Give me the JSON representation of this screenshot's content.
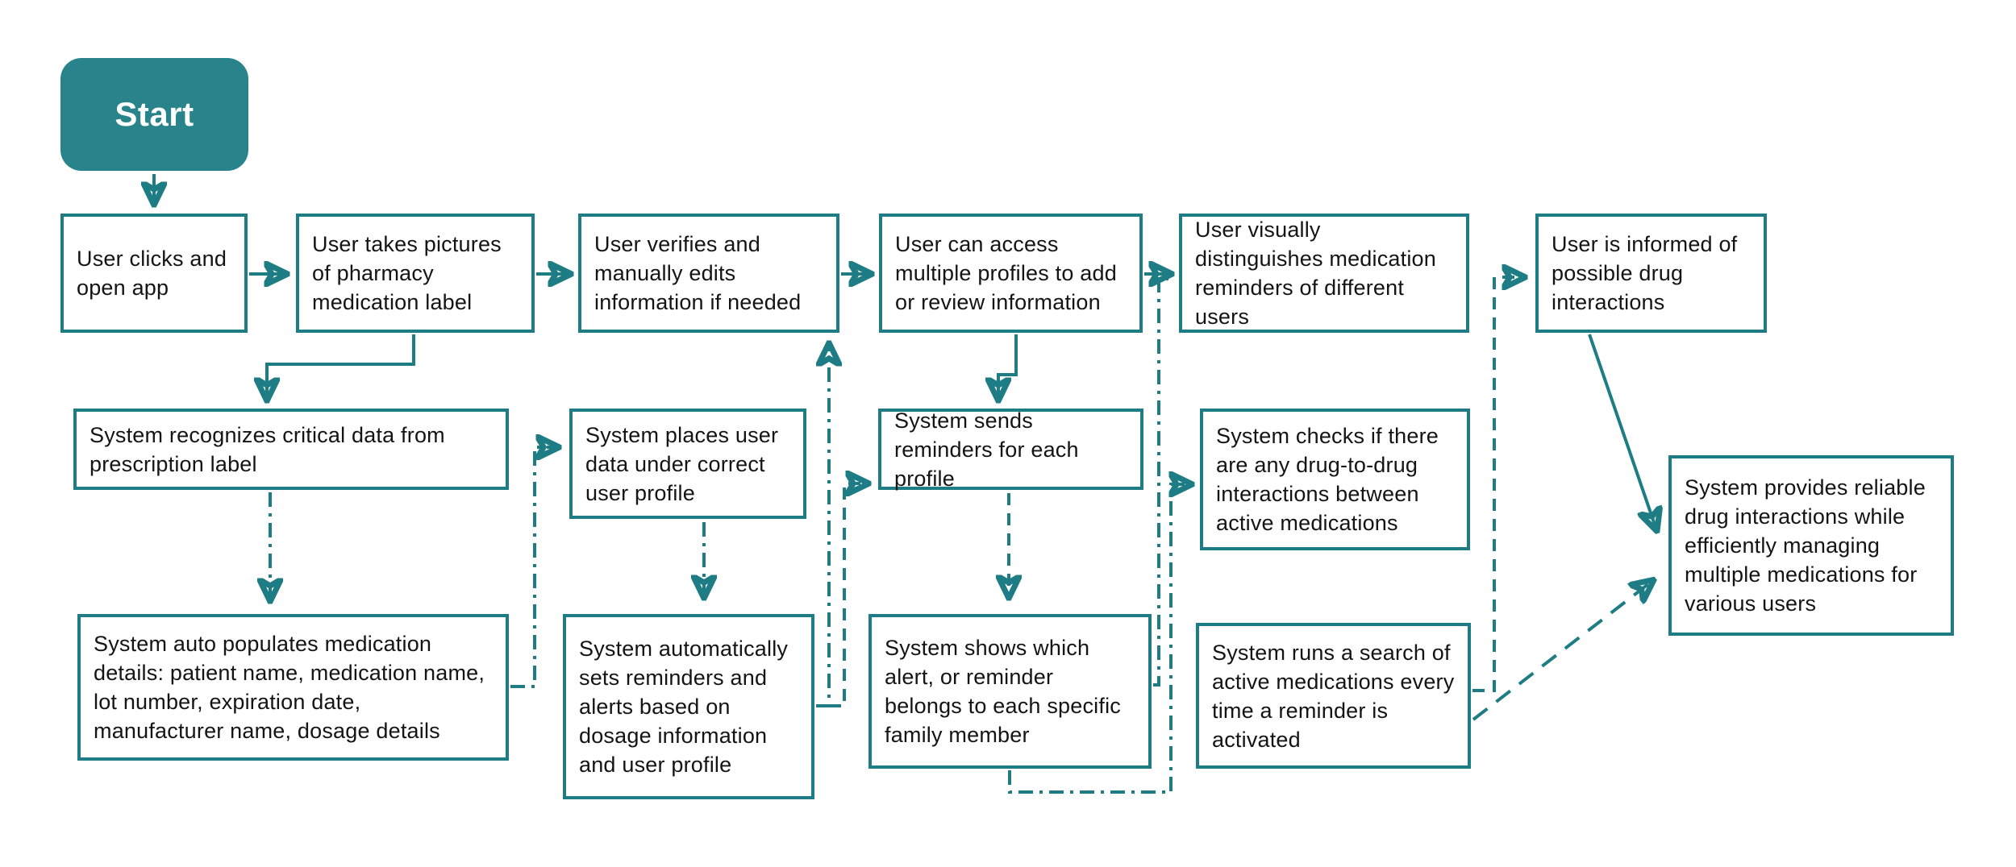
{
  "diagram": {
    "type": "flowchart",
    "colors": {
      "accent": "#1e7c84",
      "start_fill": "#28838b",
      "start_text": "#ffffff",
      "box_background": "#ffffff",
      "text": "#141414"
    },
    "nodes": {
      "start": {
        "label": "Start"
      },
      "b1": {
        "text": "User clicks and open app"
      },
      "b2": {
        "text": "User takes pictures of pharmacy medication label"
      },
      "b3": {
        "text": "User verifies and manually edits information if needed"
      },
      "b4": {
        "text": "User can access multiple profiles to add or review information"
      },
      "b5": {
        "text": "User visually distinguishes medication reminders of different users"
      },
      "b6": {
        "text": "User is informed of possible drug interactions"
      },
      "s1": {
        "text": "System recognizes critical data from prescription label"
      },
      "s2": {
        "text": "System places user data under correct user profile"
      },
      "s3": {
        "text": "System sends reminders for each profile"
      },
      "s4": {
        "text": "System checks if there are any drug-to-drug interactions between active medications"
      },
      "sr": {
        "text": "System provides reliable drug interactions while efficiently managing multiple medications for various users"
      },
      "t1": {
        "text": "System auto populates medication details: patient name, medication name, lot number, expiration date, manufacturer name, dosage details"
      },
      "t2": {
        "text": "System automatically sets reminders and alerts based on dosage information and user profile"
      },
      "t3": {
        "text": "System shows which alert, or reminder belongs to each specific family member"
      },
      "t4": {
        "text": "System runs a search of active medications every time a reminder is activated"
      }
    },
    "edges": [
      {
        "from": "start",
        "to": "b1",
        "style": "solid"
      },
      {
        "from": "b1",
        "to": "b2",
        "style": "solid"
      },
      {
        "from": "b2",
        "to": "b3",
        "style": "solid"
      },
      {
        "from": "b3",
        "to": "b4",
        "style": "solid"
      },
      {
        "from": "b4",
        "to": "b5",
        "style": "solid"
      },
      {
        "from": "b2",
        "to": "s1",
        "style": "solid"
      },
      {
        "from": "b4",
        "to": "s3",
        "style": "solid"
      },
      {
        "from": "b6",
        "to": "sr",
        "style": "solid"
      },
      {
        "from": "s1",
        "to": "t1",
        "style": "dash-dot"
      },
      {
        "from": "s2",
        "to": "t2",
        "style": "dash-dot"
      },
      {
        "from": "s3",
        "to": "t3",
        "style": "dashed"
      },
      {
        "from": "t1",
        "to": "s2",
        "style": "dash-dot"
      },
      {
        "from": "t2",
        "to": "b3",
        "style": "dash-dot"
      },
      {
        "from": "t2",
        "to": "s3",
        "style": "dashed"
      },
      {
        "from": "t3",
        "to": "b5",
        "style": "dash-dot"
      },
      {
        "from": "t3",
        "to": "s4",
        "style": "dash-dot"
      },
      {
        "from": "t4",
        "to": "b6",
        "style": "dashed"
      },
      {
        "from": "t4",
        "to": "sr",
        "style": "long-dash"
      }
    ]
  }
}
